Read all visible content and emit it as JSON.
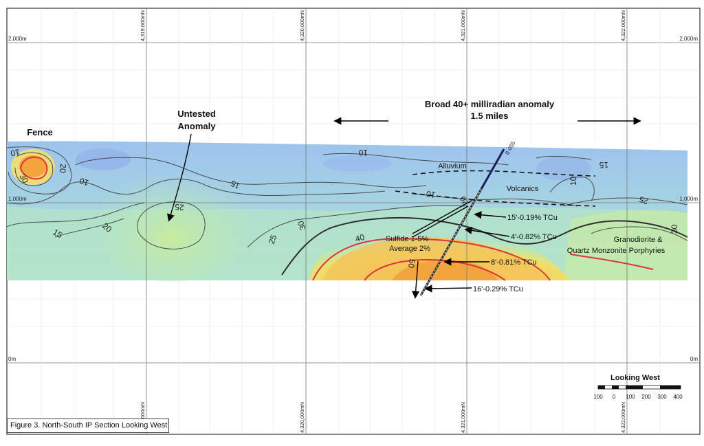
{
  "figure": {
    "caption": "Figure 3. North-South IP Section Looking West"
  },
  "grid": {
    "elevations": [
      "2,000m",
      "1,000m",
      "0m"
    ],
    "northings": [
      "4,319,000mN",
      "4,320,000mN",
      "4,321,000mN",
      "4,322,000mN"
    ]
  },
  "annotations": {
    "fence": "Fence",
    "untested_line1": "Untested",
    "untested_line2": "Anomaly",
    "broad_line1": "Broad 40+ milliradian anomaly",
    "broad_line2": "1.5 miles",
    "alluvium": "Alluvium",
    "volcanics": "Volcanics",
    "granodiorite_line1": "Granodiorite &",
    "granodiorite_line2": "Quartz Monzonite Porphyries",
    "sulfide_line1": "Sulfide 1-5%",
    "sulfide_line2": "Average 2%",
    "drillhole": "B-055"
  },
  "intercepts": [
    "15'-0.19% TCu",
    "4'-0.82% TCu",
    "8'-0.81% TCu",
    "16'-0.29% TCu"
  ],
  "contour_labels": [
    "10",
    "20",
    "30",
    "10",
    "15",
    "25",
    "15",
    "20",
    "25",
    "30",
    "40",
    "50",
    "10",
    "10",
    "20",
    "15",
    "10",
    "25",
    "30"
  ],
  "scale_bar": {
    "title": "Looking West",
    "ticks": [
      "100",
      "0",
      "100",
      "200",
      "300",
      "400"
    ]
  },
  "colors": {
    "low_chargeability": "#9fc5ef",
    "mid_chargeability": "#a8dcc8",
    "high_chargeability": "#f7c95a",
    "peak_chargeability": "#f3a23a",
    "anomaly_contour": "#e0343b",
    "drillhole": "#1c1c5a"
  }
}
